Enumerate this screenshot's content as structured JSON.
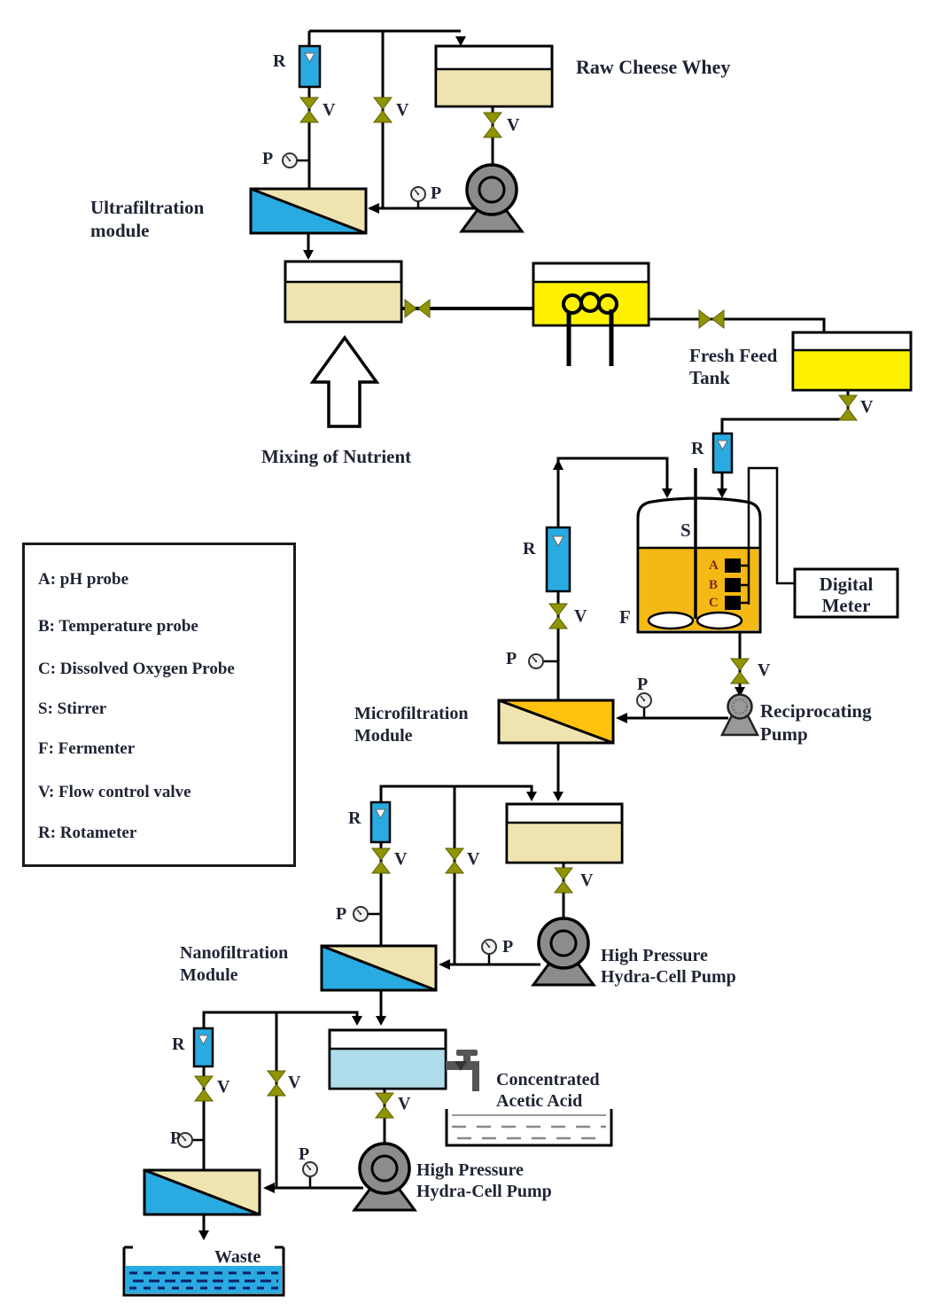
{
  "labels": {
    "raw_cheese_whey": "Raw Cheese Whey",
    "ultrafiltration": [
      "Ultrafiltration",
      "module"
    ],
    "mixing_of_nutrient": "Mixing of Nutrient",
    "fresh_feed_tank": [
      "Fresh Feed",
      "Tank"
    ],
    "digital_meter": [
      "Digital",
      "Meter"
    ],
    "microfiltration": [
      "Microfiltration",
      "Module"
    ],
    "reciprocating_pump": [
      "Reciprocating",
      "Pump"
    ],
    "nanofiltration": [
      "Nanofiltration",
      "Module"
    ],
    "high_pressure_pump": [
      "High Pressure",
      "Hydra-Cell Pump"
    ],
    "concentrated_acetic_acid": [
      "Concentrated",
      "Acetic Acid"
    ],
    "waste": "Waste"
  },
  "letters": {
    "rotameter": "R",
    "valve": "V",
    "pressure_gauge": "P",
    "stirrer": "S",
    "fermenter": "F",
    "ph_probe": "A",
    "temperature_probe": "B",
    "dissolved_oxygen_probe": "C"
  },
  "legend": {
    "items": [
      "A: pH probe",
      "B: Temperature probe",
      "C: Dissolved Oxygen Probe",
      "S: Stirrer",
      "F: Fermenter",
      "V: Flow control valve",
      "R: Rotameter"
    ]
  },
  "colors": {
    "beige": "#EFE4B0",
    "yellow": "#FFF100",
    "fermenter_gold": "#F5B915",
    "mf_orange": "#FFC20E",
    "blue": "#29ABE2",
    "light_blue": "#AEDCEA",
    "valve_olive": "#8F9400",
    "pump_gray": "#8C8C8C",
    "waste_blue": "#29ABE2",
    "text": "#1E2433",
    "probe_text": "#7B2A1D"
  }
}
